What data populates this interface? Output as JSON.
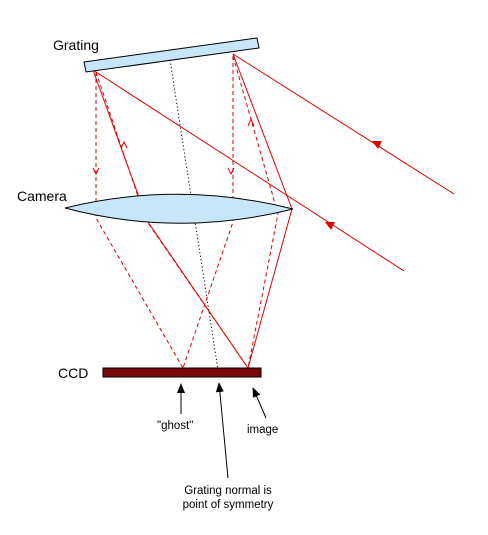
{
  "labels": {
    "grating": "Grating",
    "camera": "Camera",
    "ccd": "CCD",
    "ghost": "\"ghost\"",
    "image": "image",
    "normal_line1": "Grating normal is",
    "normal_line2": "point of symmetry"
  },
  "colors": {
    "grating_fill": "#c7e6f7",
    "lens_fill": "#c7e6f7",
    "ccd_fill": "#7a0a0a",
    "ray": "#e00000",
    "outline": "#000000"
  }
}
